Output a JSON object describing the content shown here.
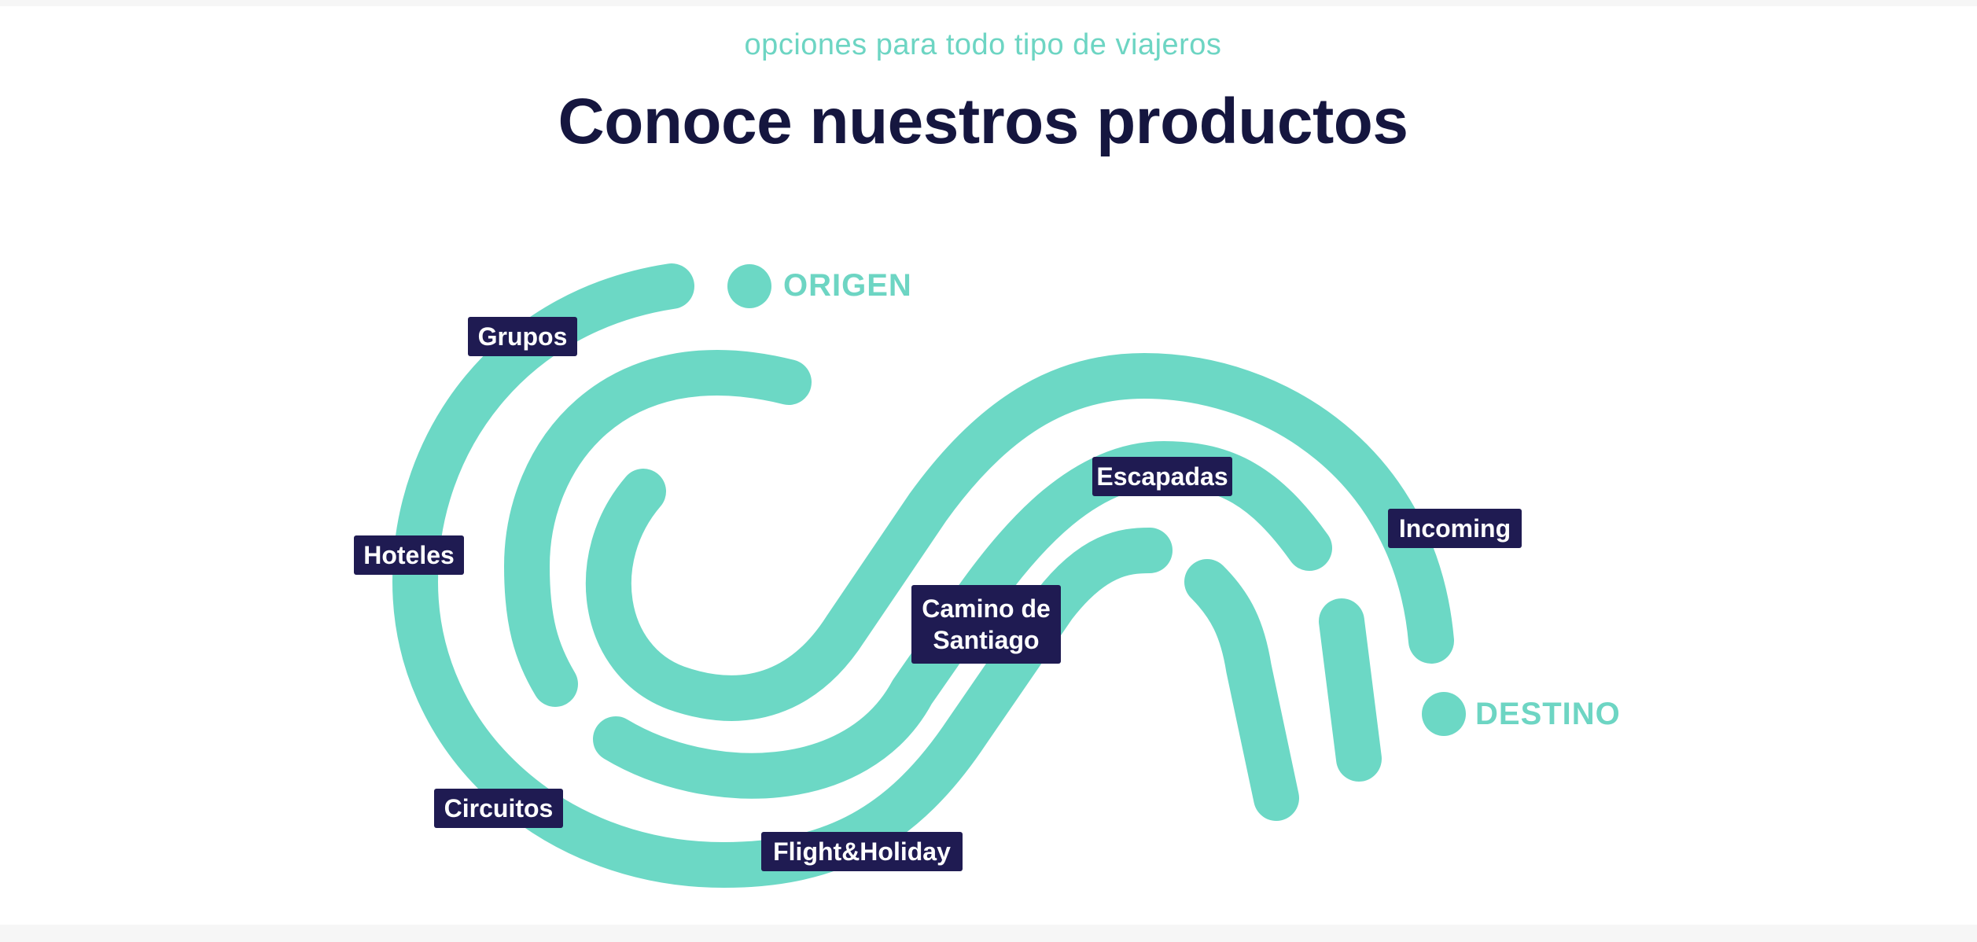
{
  "header": {
    "eyebrow": "opciones para todo tipo de viajeros",
    "title": "Conoce nuestros productos"
  },
  "map": {
    "origin_label": "ORIGEN",
    "destination_label": "DESTINO",
    "path_color": "#6cd8c5",
    "tag_color": "#1f1b52"
  },
  "products": [
    {
      "label": "Grupos"
    },
    {
      "label": "Hoteles"
    },
    {
      "label": "Circuitos"
    },
    {
      "label": "Flight&Holiday"
    },
    {
      "label": "Camino de\nSantiago"
    },
    {
      "label": "Escapadas"
    },
    {
      "label": "Incoming"
    }
  ]
}
